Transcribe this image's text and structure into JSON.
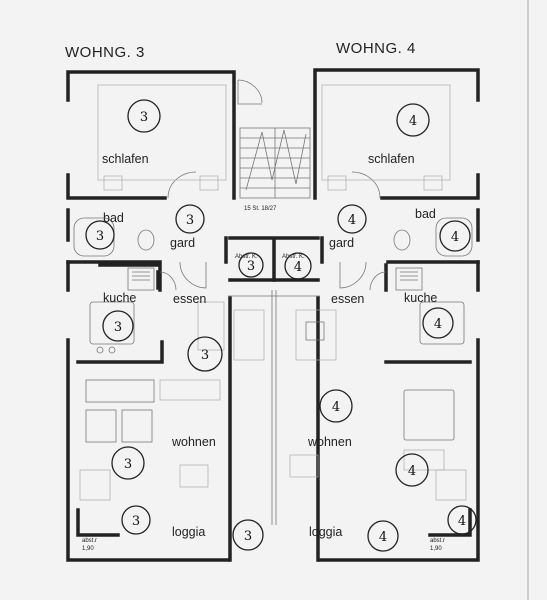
{
  "headings": {
    "left": "WOHNG. 3",
    "right": "WOHNG. 4"
  },
  "stair_note": "15 St. 18/27",
  "rooms": {
    "left": {
      "schlafen": "schlafen",
      "bad": "bad",
      "gard": "gard",
      "kuche": "kuche",
      "essen": "essen",
      "wohnen": "wohnen",
      "loggia": "loggia",
      "abst": "abst.r",
      "abst_dim": "1,90"
    },
    "right": {
      "schlafen": "schlafen",
      "bad": "bad",
      "gard": "gard",
      "kuche": "kuche",
      "essen": "essen",
      "wohnen": "wohnen",
      "loggia": "loggia",
      "abst": "abst.r",
      "abst_dim": "1,90"
    }
  },
  "cellar_labels": {
    "left": "Abstr. K.",
    "right": "Abstr. K."
  },
  "unit_numbers": {
    "left": "3",
    "right": "4"
  }
}
